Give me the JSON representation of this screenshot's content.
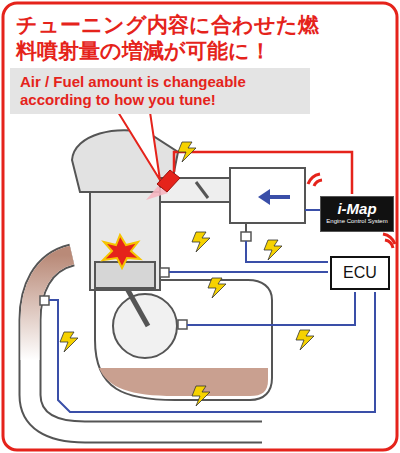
{
  "diagram": {
    "title": "チューニング内容に合わせた燃料噴射量の増減が可能に！",
    "nodes": [
      {
        "text": [
          "Air / Fuel amount is changeable according to how you tune!"
        ]
      },
      {
        "text": [
          "i-Map",
          "Engine Control System"
        ]
      },
      {
        "text": [
          "ECU"
        ]
      }
    ]
  }
}
